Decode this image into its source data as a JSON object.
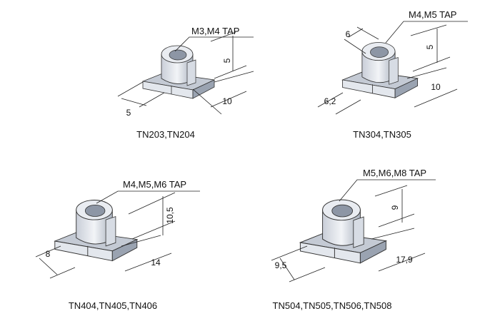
{
  "nuts": [
    {
      "tap": "M3,M4 TAP",
      "caption": "TN203,TN204",
      "dims": {
        "height": "5",
        "length": "10",
        "width": "5"
      }
    },
    {
      "tap": "M4,M5 TAP",
      "caption": "TN304,TN305",
      "dims": {
        "top": "6",
        "height": "5",
        "length": "10",
        "width": "6,2"
      }
    },
    {
      "tap": "M4,M5,M6 TAP",
      "caption": "TN404,TN405,TN406",
      "dims": {
        "height": "10,5",
        "length": "14",
        "width": "8"
      }
    },
    {
      "tap": "M5,M6,M8 TAP",
      "caption": "TN504,TN505,TN506,TN508",
      "dims": {
        "height": "9",
        "length": "17,9",
        "width": "9,5"
      }
    }
  ],
  "colors": {
    "metal_light": "#e6eaf0",
    "metal_mid": "#b9c0cc",
    "metal_dark": "#8a93a3",
    "line": "#222222"
  }
}
